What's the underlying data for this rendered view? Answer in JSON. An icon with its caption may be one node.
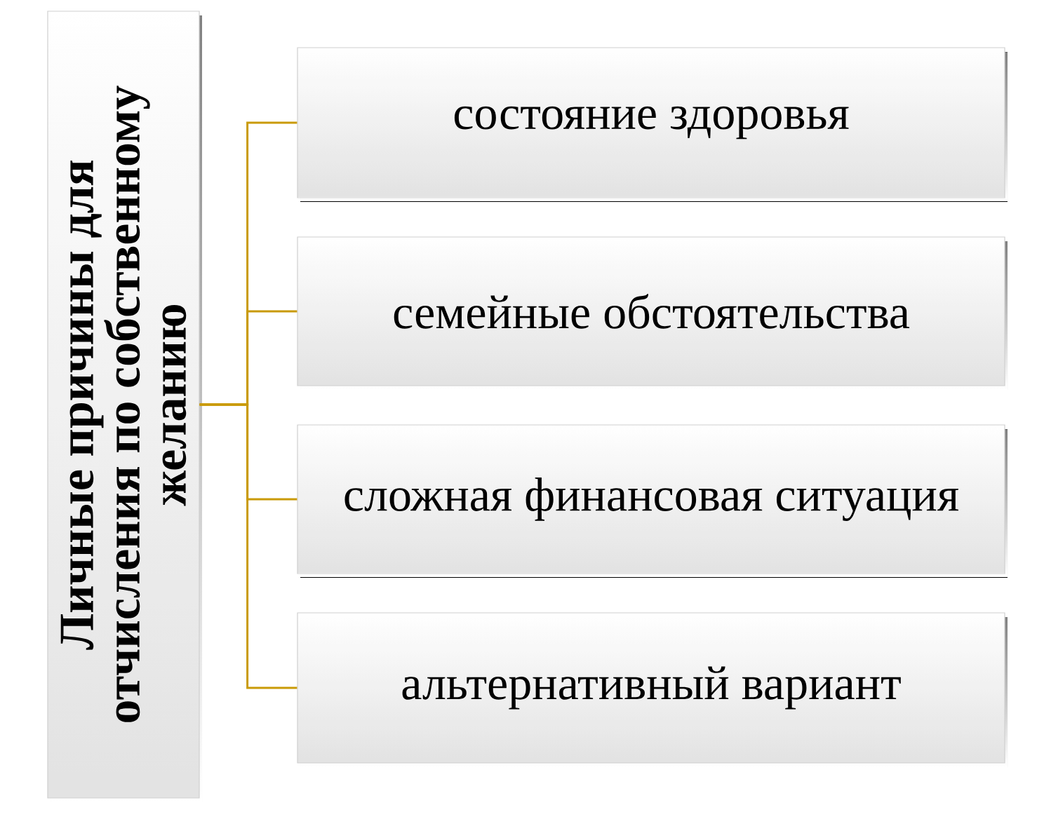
{
  "diagram": {
    "nodes": [
      {
        "text": [
          "Личные причины для отчисления по собственному желанию"
        ]
      },
      {
        "text": [
          "состояние здоровья"
        ]
      },
      {
        "text": [
          "семейные обстоятельства"
        ]
      },
      {
        "text": [
          "сложная финансовая ситуация"
        ]
      },
      {
        "text": [
          "альтернативный вариант"
        ]
      }
    ],
    "edges": [
      {
        "from": 0,
        "to": 1,
        "arrow": "none"
      },
      {
        "from": 0,
        "to": 2,
        "arrow": "none"
      },
      {
        "from": 0,
        "to": 3,
        "arrow": "none"
      },
      {
        "from": 0,
        "to": 4,
        "arrow": "none"
      }
    ]
  }
}
